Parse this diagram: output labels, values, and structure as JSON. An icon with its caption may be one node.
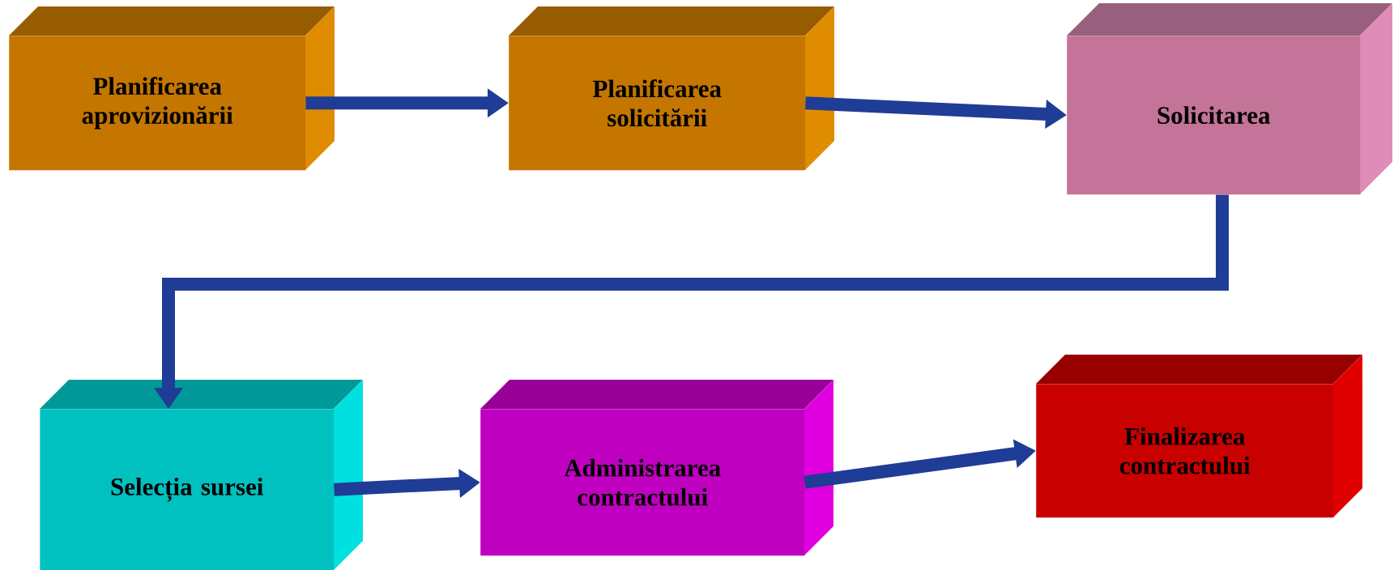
{
  "diagram": {
    "nodes": [
      {
        "text": [
          "Planificarea aprovizionării"
        ]
      },
      {
        "text": [
          "Planificarea solicitării"
        ]
      },
      {
        "text": [
          "Solicitarea"
        ]
      },
      {
        "text": [
          "Selecția sursei"
        ]
      },
      {
        "text": [
          "Administrarea contractului"
        ]
      },
      {
        "text": [
          "Finalizarea contractului"
        ]
      }
    ],
    "edges": [
      {
        "from": 0,
        "to": 1,
        "arrow": "to"
      },
      {
        "from": 1,
        "to": 2,
        "arrow": "to"
      },
      {
        "from": 2,
        "to": 3,
        "arrow": "to"
      },
      {
        "from": 3,
        "to": 4,
        "arrow": "to"
      },
      {
        "from": 4,
        "to": 5,
        "arrow": "to"
      }
    ]
  }
}
